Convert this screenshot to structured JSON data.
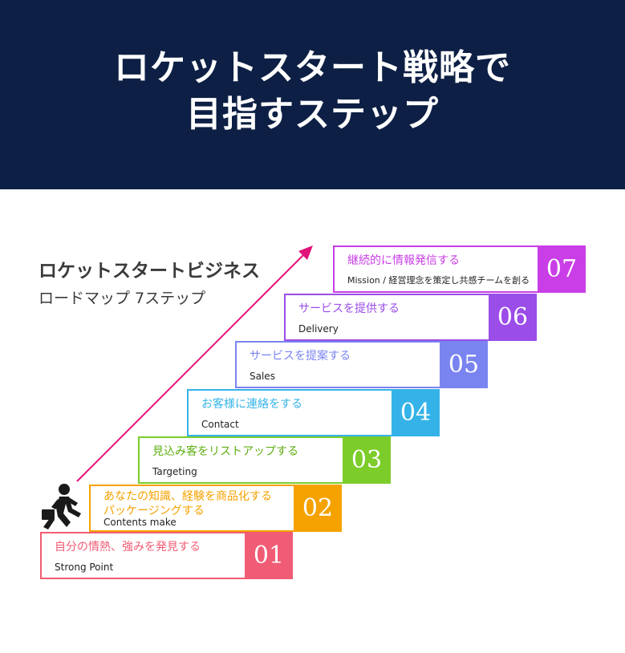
{
  "hero": {
    "title_line1": "ロケットスタート戦略で",
    "title_line2": "目指すステップ"
  },
  "subtitle": {
    "line1": "ロケットスタートビジネス",
    "line2": "ロードマップ 7ステップ"
  },
  "icons": {
    "runner": "running-businessman-icon",
    "arrow": "diagonal-arrow-icon"
  },
  "steps": [
    {
      "num": "01",
      "label": "自分の情熱、強みを発見する",
      "sub": "Strong Point",
      "color": "#f05c74"
    },
    {
      "num": "02",
      "label": "あなたの知識、経験を商品化する",
      "label2": "パッケージングする",
      "sub": "Contents make",
      "color": "#f5a200"
    },
    {
      "num": "03",
      "label": "見込み客をリストアップする",
      "sub": "Targeting",
      "color": "#7ccd2a"
    },
    {
      "num": "04",
      "label": "お客様に連絡をする",
      "sub": "Contact",
      "color": "#35b3e8"
    },
    {
      "num": "05",
      "label": "サービスを提案する",
      "sub": "Sales",
      "color": "#7a84f0"
    },
    {
      "num": "06",
      "label": "サービスを提供する",
      "sub": "Delivery",
      "color": "#9a4de8"
    },
    {
      "num": "07",
      "label": "継続的に情報発信する",
      "sub": "Mission / 経営理念を策定し共感チームを創る",
      "color": "#c93ee6"
    }
  ],
  "colors": {
    "hero_bg": "#0d1f44",
    "arrow": "#e0147a",
    "label_text_by_step": true
  }
}
